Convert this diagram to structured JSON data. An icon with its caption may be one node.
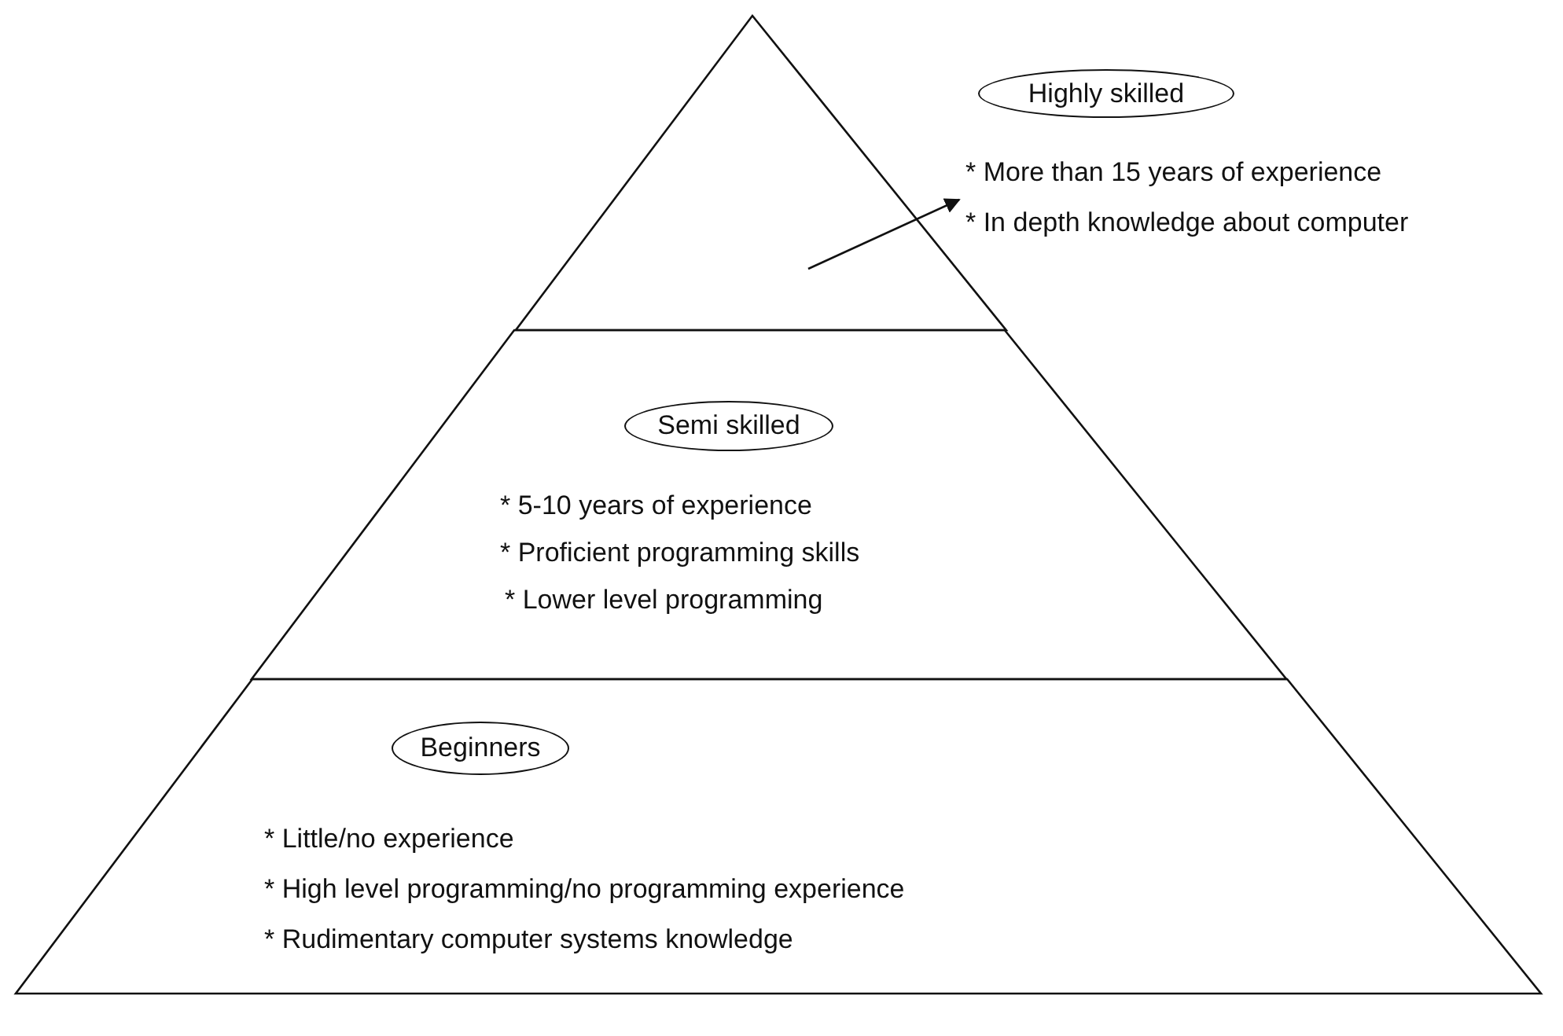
{
  "diagram": {
    "nodes": [
      {
        "text": [],
        "shape": "triangle"
      },
      {
        "text": [
          "Highly skilled"
        ]
      },
      {
        "text": [
          "* More than 15 years of experience",
          "* In depth knowledge about computer"
        ]
      },
      {
        "text": [
          "* 5-10 years of experience",
          "* Proficient programming skills",
          "* Lower level programming"
        ]
      },
      {
        "text": [
          "Semi skilled"
        ],
        "in": 3
      },
      {
        "text": [
          "* Little/no experience",
          "* High level programming/no programming experience",
          "* Rudimentary computer systems knowledge"
        ]
      },
      {
        "text": [
          "Beginners"
        ],
        "in": 5
      }
    ],
    "edges": [
      {
        "from": 0,
        "to": 2,
        "arrow": "to"
      }
    ]
  }
}
